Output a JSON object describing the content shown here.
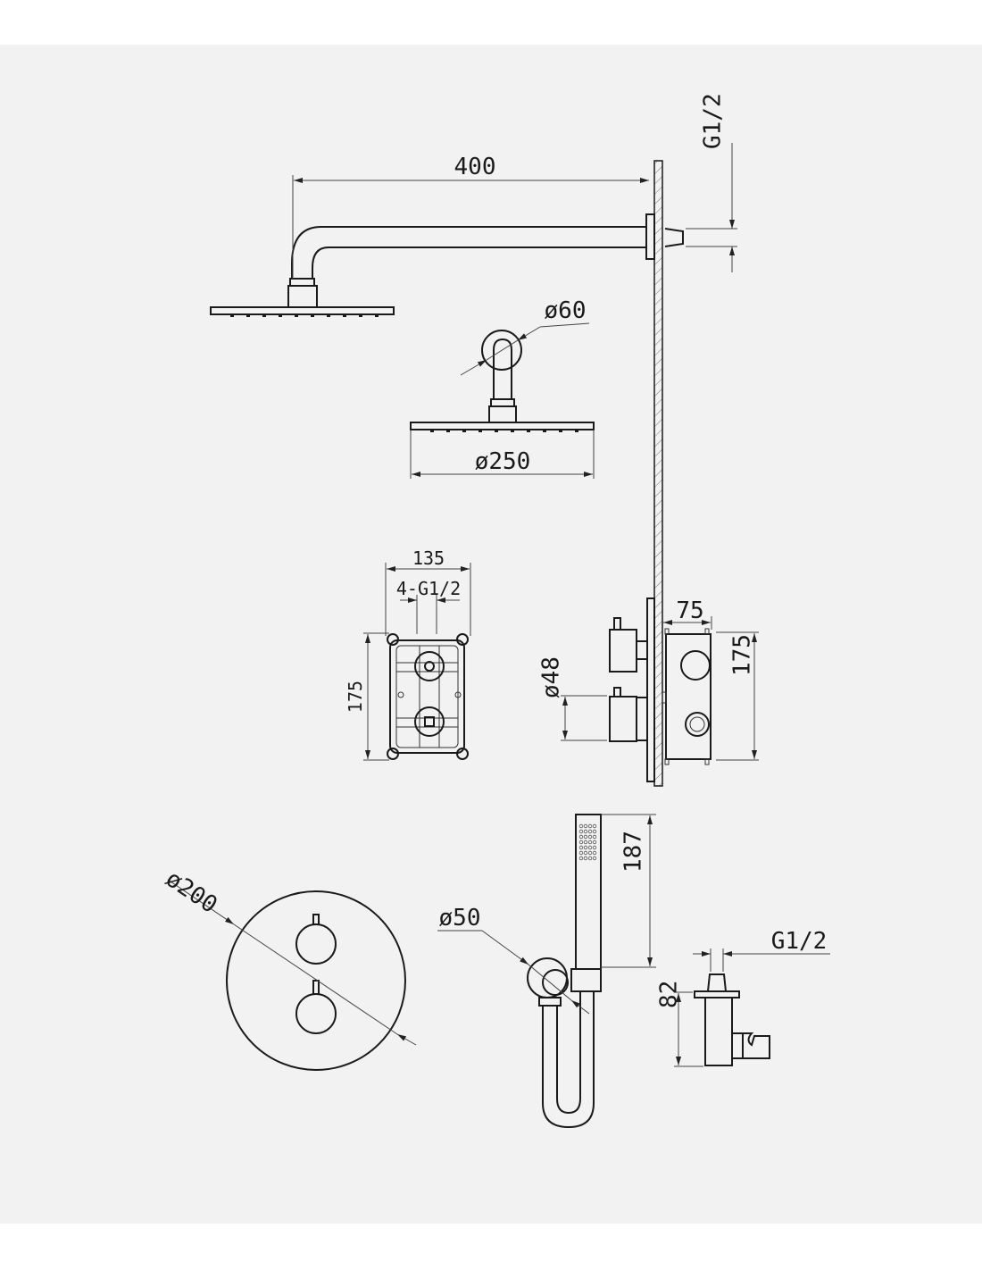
{
  "drawing": {
    "colors": {
      "background": "#f3f2f2",
      "margin": "#ffffff",
      "line": "#1a1a1a"
    },
    "dimensions": {
      "arm_length": "400",
      "wall_thread_top": "G1/2",
      "flange_diameter": "ø60",
      "head_diameter": "ø250",
      "box_width": "135",
      "box_ports": "4-G1/2",
      "box_height_front": "175",
      "box_depth": "75",
      "box_height_side": "175",
      "knob_diameter": "ø48",
      "plate_diameter": "ø200",
      "holder_diameter": "ø50",
      "hand_shower_length": "187",
      "outlet_thread": "G1/2",
      "outlet_height": "82"
    }
  }
}
